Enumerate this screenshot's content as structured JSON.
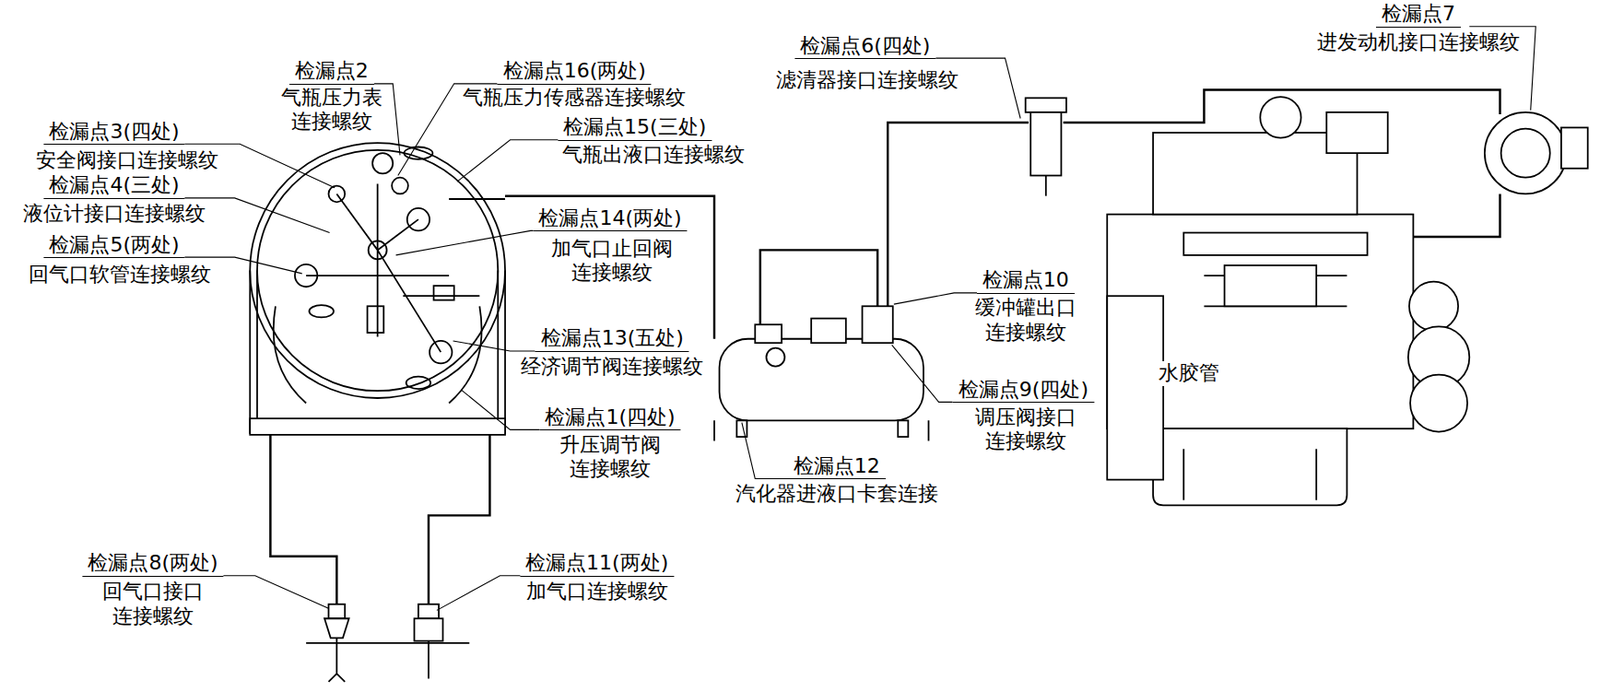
{
  "diagram": {
    "labels": [
      "检漏点2",
      "气瓶压力表 连接螺纹",
      "检漏点16(两处)",
      "气瓶压力传感器连接螺纹",
      "检漏点3(四处)",
      "安全阀接口连接螺纹",
      "检漏点4(三处)",
      "液位计接口连接螺纹",
      "检漏点5(两处)",
      "回气口软管连接螺纹",
      "检漏点15(三处)",
      "气瓶出液口连接螺纹",
      "检漏点14(两处)",
      "加气口止回阀 连接螺纹",
      "检漏点13(五处)",
      "经济调节阀连接螺纹",
      "检漏点1(四处)",
      "升压调节阀 连接螺纹",
      "检漏点6(四处)",
      "滤清器接口连接螺纹",
      "检漏点7",
      "进发动机接口连接螺纹",
      "检漏点10",
      "缓冲罐出口 连接螺纹",
      "检漏点9(四处)",
      "调压阀接口 连接螺纹",
      "检漏点12",
      "汽化器进液口卡套连接",
      "检漏点8(两处)",
      "回气口接口 连接螺纹",
      "检漏点11(两处)",
      "加气口连接螺纹",
      "水胶管"
    ]
  }
}
